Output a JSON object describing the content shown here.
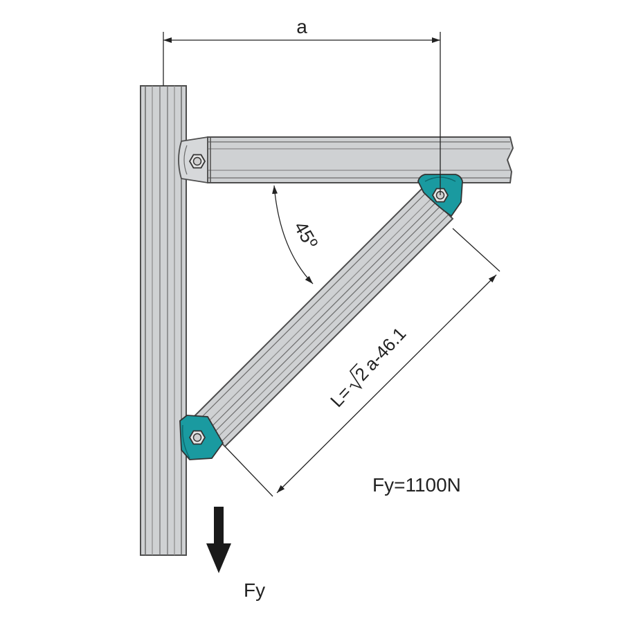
{
  "labels": {
    "dimension_a": "a",
    "angle": "45º",
    "length_prefix": "L=",
    "length_root": "2",
    "length_suffix": "a-46.1",
    "force_value": "Fy=1100N",
    "force_symbol": "Fy"
  },
  "colors": {
    "profile_fill": "#cfd1d3",
    "profile_edge": "#4d4d4d",
    "connector": "#1a9aa0",
    "line": "#222222"
  },
  "icons": {
    "bolt": "hex-bolt-icon",
    "arrow": "force-arrow-icon"
  }
}
